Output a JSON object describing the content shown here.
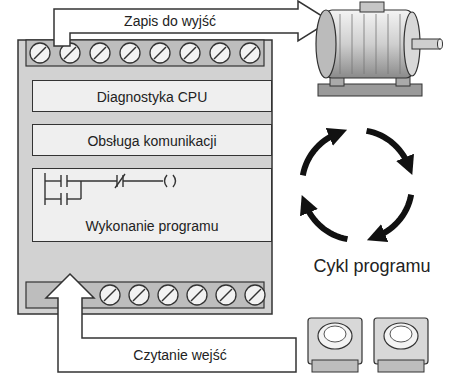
{
  "diagram": {
    "nodes": [
      {
        "text": [
          "Diagnostyka CPU"
        ]
      },
      {
        "text": [
          "Obsługa komunikacji"
        ]
      },
      {
        "text": [
          "Wykonanie programu"
        ]
      }
    ],
    "labels": [
      "Zapis do wyjść",
      "Czytanie wejść",
      "Cykl programu"
    ]
  }
}
